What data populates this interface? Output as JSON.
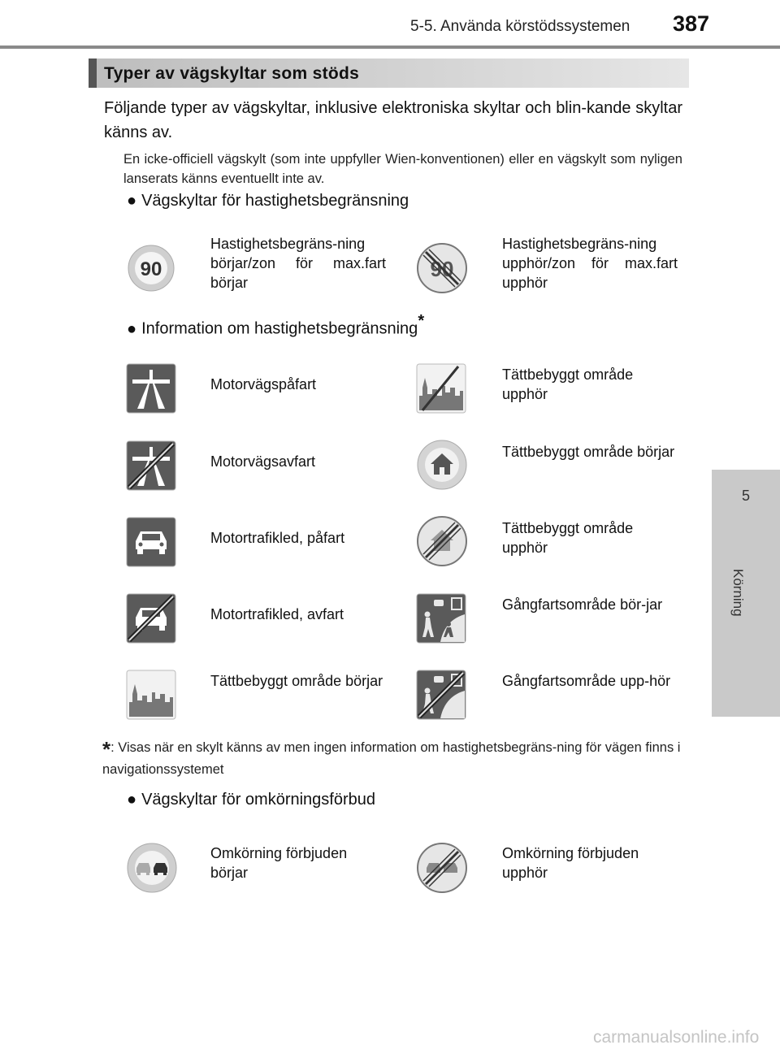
{
  "header": {
    "section": "5-5. Använda körstödssystemen",
    "page": "387"
  },
  "side_tab": {
    "number": "5",
    "label": "Körning"
  },
  "section_title": "Typer av vägskyltar som stöds",
  "intro": "Följande typer av vägskyltar, inklusive elektroniska skyltar och blin-kande skyltar känns av.",
  "note": "En icke-officiell vägskylt (som inte uppfyller Wien-konventionen) eller en vägskylt som nyligen lanserats känns eventuellt inte av.",
  "speed_limit": {
    "heading": "Vägskyltar för hastighetsbegränsning",
    "items": [
      {
        "icon": "speed-limit-90-sign-icon",
        "sign_text": "90",
        "label": "Hastighetsbegräns-ning börjar/zon för max.fart börjar"
      },
      {
        "icon": "end-speed-limit-90-sign-icon",
        "sign_text": "90",
        "label": "Hastighetsbegräns-ning upphör/zon för max.fart upphör"
      }
    ]
  },
  "speed_info": {
    "heading": "Information om hastighetsbegränsning",
    "marker": "*",
    "items": [
      {
        "icon": "motorway-start-sign-icon",
        "label": "Motorvägspåfart"
      },
      {
        "icon": "built-up-area-end-sign-icon",
        "label": "Tättbebyggt område upphör"
      },
      {
        "icon": "motorway-end-sign-icon",
        "label": "Motorvägsavfart"
      },
      {
        "icon": "built-up-area-start-round-sign-icon",
        "label": "Tättbebyggt område börjar"
      },
      {
        "icon": "expressway-start-sign-icon",
        "label": "Motortrafikled, påfart"
      },
      {
        "icon": "built-up-area-end-round-sign-icon",
        "label": "Tättbebyggt område upphör"
      },
      {
        "icon": "expressway-end-sign-icon",
        "label": "Motortrafikled, avfart"
      },
      {
        "icon": "pedestrian-zone-start-sign-icon",
        "label": "Gångfartsområde bör-jar"
      },
      {
        "icon": "built-up-area-start-sign-icon",
        "label": "Tättbebyggt område börjar"
      },
      {
        "icon": "pedestrian-zone-end-sign-icon",
        "label": "Gångfartsområde upp-hör"
      }
    ]
  },
  "footnote": {
    "marker": "*",
    "text": ": Visas när en skylt känns av men ingen information om hastighetsbegräns-ning för vägen finns i navigationssystemet"
  },
  "no_overtaking": {
    "heading": "Vägskyltar för omkörningsförbud",
    "items": [
      {
        "icon": "no-overtaking-sign-icon",
        "label": "Omkörning förbjuden börjar"
      },
      {
        "icon": "end-no-overtaking-sign-icon",
        "label": "Omkörning förbjuden upphör"
      }
    ]
  },
  "watermark": "carmanualsonline.info"
}
